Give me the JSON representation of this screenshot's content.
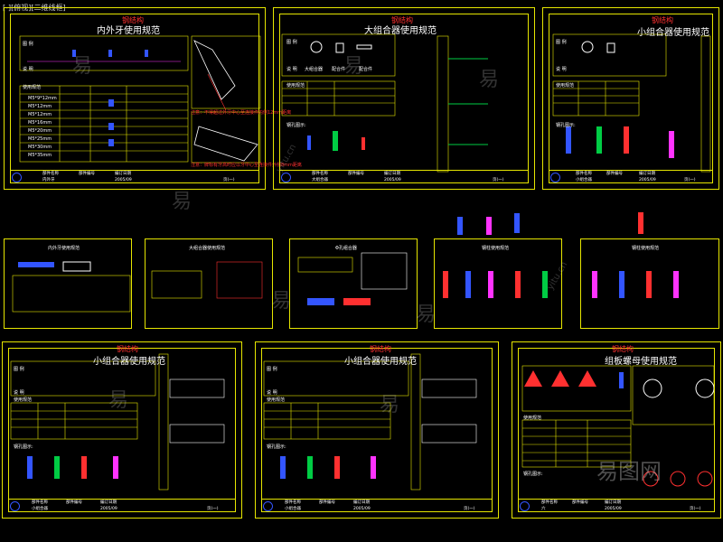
{
  "header": {
    "text": "[-][俯视][二维线框]"
  },
  "colors": {
    "frame": "#e6e600",
    "accent_red": "#ff3030",
    "accent_blue": "#3355ff",
    "accent_green": "#00cc44",
    "accent_magenta": "#ff33ff",
    "background": "#000000"
  },
  "sheets": {
    "s1": {
      "tag": "钢结构",
      "title": "内外牙使用规范",
      "legend": "图 例",
      "desc": "说 明",
      "usage": "使用规范",
      "rows": [
        "M5*9*12mm",
        "M5*12mm",
        "M5*12mm",
        "M5*16mm",
        "M5*20mm",
        "M5*25mm",
        "M5*30mm",
        "M5*35mm"
      ],
      "note1": "注意：不得超过外牙中心至连接件内侧12mm距离",
      "note2": "注意：牌标有牙高时应以牙中心至连接件外侧8mm距离",
      "tb": {
        "name_lbl": "部件名称",
        "code_lbl": "部件编号",
        "date_lbl": "编订日期",
        "name": "内外牙",
        "date": "2005/09",
        "page": "页(一)"
      }
    },
    "s2": {
      "tag": "钢结构",
      "title": "大组合器使用规范",
      "legend": "图 例",
      "desc": "说 明",
      "item1": "大组合器",
      "item2": "配合件",
      "item3": "配合件",
      "usage": "使用规范",
      "install": "钢孔图示:",
      "tb": {
        "name_lbl": "部件名称",
        "code_lbl": "部件编号",
        "date_lbl": "编订日期",
        "name": "大组合器",
        "date": "2005/09",
        "page": "页(一)"
      }
    },
    "s3": {
      "tag": "钢结构",
      "title": "小组合器使用规范",
      "legend": "图 例",
      "desc": "说 明",
      "usage": "使用规范",
      "install": "钢孔图示:",
      "tb": {
        "name_lbl": "部件名称",
        "code_lbl": "部件编号",
        "date_lbl": "编订日期",
        "name": "小组合器",
        "date": "2005/09",
        "page": "页(一)"
      }
    },
    "m1": {
      "title": "内外牙使用规范"
    },
    "m2": {
      "title": "大组合器使用规范"
    },
    "m3": {
      "title": "Φ孔组合器"
    },
    "m4": {
      "title": "钢柱使用规范"
    },
    "m5": {
      "title": "钢柱使用规范"
    },
    "b1": {
      "tag": "钢结构",
      "title": "小组合器使用规范",
      "legend": "图 例",
      "desc": "说 明",
      "usage": "使用规范",
      "install": "钢孔图示:",
      "tb": {
        "name_lbl": "部件名称",
        "code_lbl": "部件编号",
        "date_lbl": "编订日期",
        "name": "小组合器",
        "date": "2005/09",
        "page": "页(一)"
      }
    },
    "b2": {
      "tag": "钢结构",
      "title": "小组合器使用规范",
      "legend": "图 例",
      "desc": "说 明",
      "usage": "使用规范",
      "install": "钢孔图示:",
      "tb": {
        "name_lbl": "部件名称",
        "code_lbl": "部件编号",
        "date_lbl": "编订日期",
        "name": "小组合器",
        "date": "2005/09",
        "page": "页(一)"
      }
    },
    "b3": {
      "tag": "钢结构",
      "title": "组板螺母使用规范",
      "usage": "使用规范",
      "install": "钢孔图示:",
      "tb": {
        "name_lbl": "部件名称",
        "code_lbl": "部件编号",
        "date_lbl": "编订日期",
        "name": "六",
        "date": "2005/09",
        "page": "页(一)"
      }
    }
  },
  "watermarks": [
    "易",
    "易",
    "易",
    "易",
    "易",
    "易",
    "易",
    "易",
    "yitu.cn",
    "yitu.cn",
    "易图网"
  ]
}
